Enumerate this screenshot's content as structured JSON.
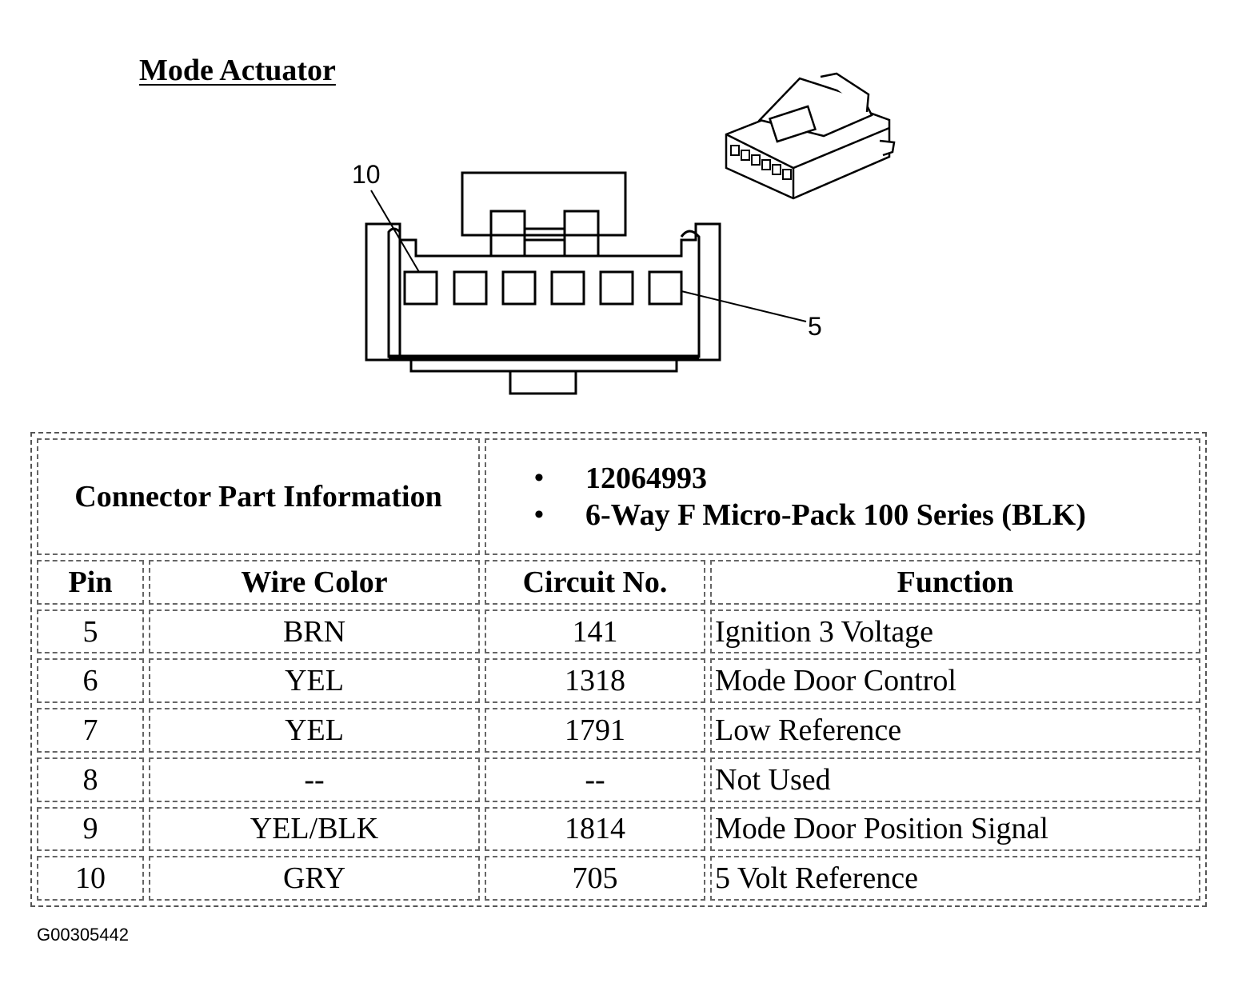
{
  "title": "Mode Actuator",
  "connector_view": {
    "pin_labels": [
      "10",
      "5"
    ],
    "cavity_count": 6
  },
  "connector_part_info": {
    "label": "Connector Part Information",
    "items": [
      "12064993",
      "6-Way F Micro-Pack 100 Series (BLK)"
    ]
  },
  "table": {
    "headers": [
      "Pin",
      "Wire Color",
      "Circuit No.",
      "Function"
    ],
    "rows": [
      [
        "5",
        "BRN",
        "141",
        "Ignition 3 Voltage"
      ],
      [
        "6",
        "YEL",
        "1318",
        "Mode Door Control"
      ],
      [
        "7",
        "YEL",
        "1791",
        "Low Reference"
      ],
      [
        "8",
        "--",
        "--",
        "Not Used"
      ],
      [
        "9",
        "YEL/BLK",
        "1814",
        "Mode Door Position Signal"
      ],
      [
        "10",
        "GRY",
        "705",
        "5 Volt Reference"
      ]
    ]
  },
  "figure_id": "G00305442"
}
